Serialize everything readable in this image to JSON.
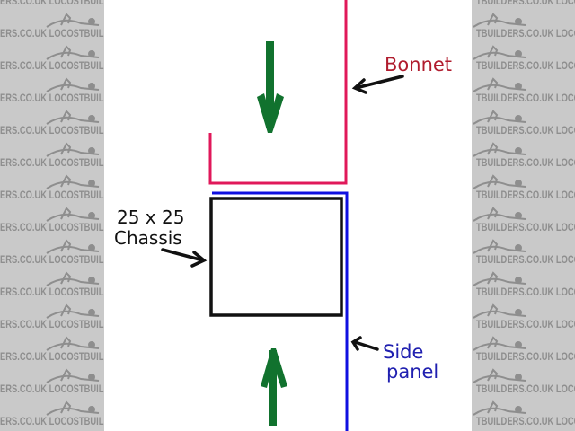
{
  "watermark": {
    "text_left": "ERS.CO.UK   LOCOSTBUILDE",
    "text_right": "TBUILDERS.CO.UK   LOCOST",
    "color": "#8e8e8e",
    "background": "#c9c9c9"
  },
  "diagram": {
    "labels": {
      "bonnet": "Bonnet",
      "chassis_line1": "25 x 25",
      "chassis_line2": "Chassis",
      "side_panel_line1": "Side",
      "side_panel_line2": "panel"
    },
    "colors": {
      "bonnet": "#e0185a",
      "bonnet_label": "#b01c2e",
      "side_panel": "#1010e0",
      "side_panel_label": "#2020b0",
      "chassis": "#111111",
      "arrow_green": "#11722e",
      "pointer": "#111111"
    }
  }
}
